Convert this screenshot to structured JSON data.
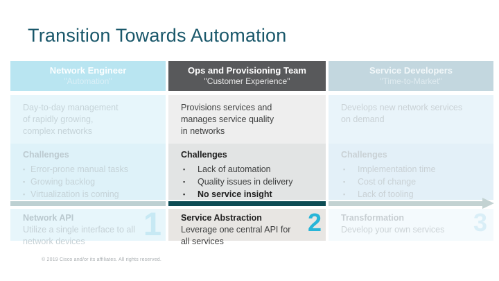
{
  "slide": {
    "title": "Transition Towards Automation",
    "footer": "© 2019  Cisco and/or its affiliates. All rights reserved."
  },
  "colors": {
    "title_teal": "#19576a",
    "header_1_bg": "#b9e5f1",
    "header_2_bg": "#58595b",
    "header_3_bg": "#c3d7df",
    "band_dark_teal": "#0d4c54",
    "band_light": "#c3d2d2",
    "number_2_cyan": "#28b5d8"
  },
  "columns": [
    {
      "header": {
        "title": "Network Engineer",
        "subtitle": "\"Automation\""
      },
      "description": "Day-to-day management\nof rapidly growing,\ncomplex networks",
      "challenges": {
        "heading": "Challenges",
        "items": [
          "Error-prone manual tasks",
          "Growing backlog",
          "Virtualization is coming"
        ]
      },
      "step": {
        "number": "1",
        "title": "Network API",
        "body": "Utilize a single interface to all\nnetwork devices"
      }
    },
    {
      "header": {
        "title": "Ops and Provisioning Team",
        "subtitle": "\"Customer Experience\""
      },
      "description": "Provisions services and\nmanages service quality\nin networks",
      "challenges": {
        "heading": "Challenges",
        "items": [
          "Lack of automation",
          "Quality issues in delivery",
          "No service insight"
        ]
      },
      "step": {
        "number": "2",
        "title": "Service Abstraction",
        "body": "Leverage one central API for\nall services"
      }
    },
    {
      "header": {
        "title": "Service Developers",
        "subtitle": "\"Time-to-Market\""
      },
      "description": "Develops new network services\non demand",
      "challenges": {
        "heading": "Challenges",
        "items": [
          "Implementation time",
          "Cost of change",
          "Lack of tooling"
        ]
      },
      "step": {
        "number": "3",
        "title": "Transformation",
        "body": "Develop your own services"
      }
    }
  ]
}
